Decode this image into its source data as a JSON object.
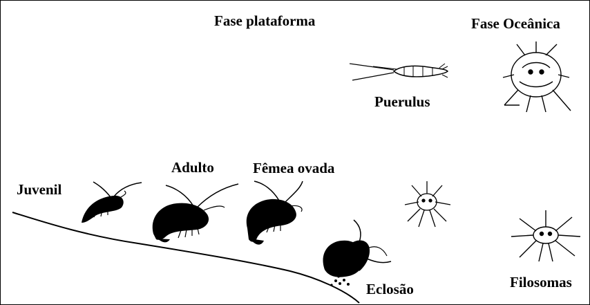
{
  "diagram": {
    "labels": {
      "fase_plataforma": "Fase plataforma",
      "fase_oceanica": "Fase Oceânica",
      "puerulus": "Puerulus",
      "juvenil": "Juvenil",
      "adulto": "Adulto",
      "femea_ovada": "Fêmea ovada",
      "eclosao": "Eclosão",
      "filosomas": "Filosomas"
    },
    "colors": {
      "ink": "#000000",
      "background": "#ffffff"
    }
  }
}
